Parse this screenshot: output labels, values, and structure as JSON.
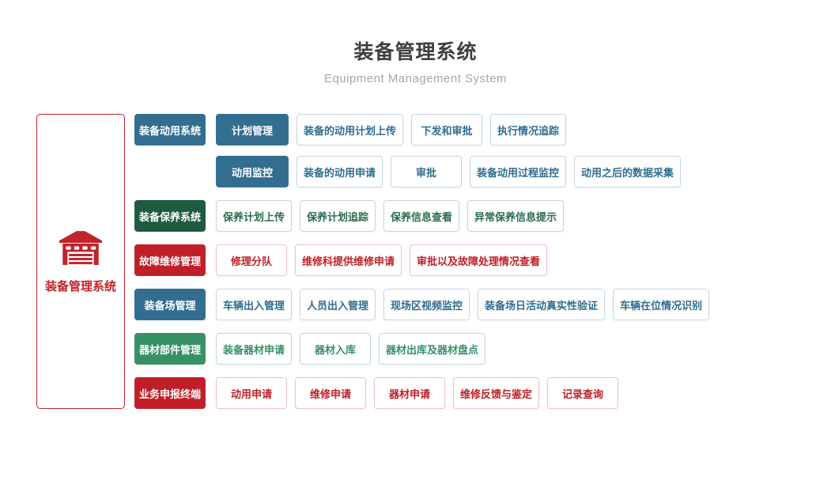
{
  "header": {
    "title": "装备管理系统",
    "subtitle": "Equipment Management System"
  },
  "root": {
    "label": "装备管理系统",
    "icon": "garage-icon",
    "color": "#c0242a"
  },
  "colors": {
    "blue": "#336e91",
    "dark_green": "#1f5b41",
    "green": "#389067",
    "red": "#c01f27",
    "title_text": "#3d4043",
    "subtitle_text": "#a3a7ab"
  },
  "groups": [
    {
      "label": "装备动用系统",
      "theme": "blue",
      "rows": [
        {
          "sub": "计划管理",
          "items": [
            "装备的动用计划上传",
            "下发和审批",
            "执行情况追踪"
          ]
        },
        {
          "sub": "动用监控",
          "items": [
            "装备的动用申请",
            "审批",
            "装备动用过程监控",
            "动用之后的数据采集"
          ]
        }
      ]
    },
    {
      "label": "装备保养系统",
      "theme": "dark-green",
      "rows": [
        {
          "items": [
            "保养计划上传",
            "保养计划追踪",
            "保养信息查看",
            "异常保养信息提示"
          ]
        }
      ]
    },
    {
      "label": "故障维修管理",
      "theme": "red",
      "rows": [
        {
          "items": [
            "修理分队",
            "维修科提供维修申请",
            "审批以及故障处理情况查看"
          ]
        }
      ]
    },
    {
      "label": "装备场管理",
      "theme": "blue",
      "rows": [
        {
          "items": [
            "车辆出入管理",
            "人员出入管理",
            "现场区视频监控",
            "装备场日活动真实性验证",
            "车辆在位情况识别"
          ]
        }
      ]
    },
    {
      "label": "器材部件管理",
      "theme": "green",
      "rows": [
        {
          "items": [
            "装备器材申请",
            "器材入库",
            "器材出库及器材盘点"
          ]
        }
      ]
    },
    {
      "label": "业务申报终端",
      "theme": "red",
      "rows": [
        {
          "items": [
            "动用申请",
            "维修申请",
            "器材申请",
            "维修反馈与鉴定",
            "记录查询"
          ]
        }
      ]
    }
  ]
}
